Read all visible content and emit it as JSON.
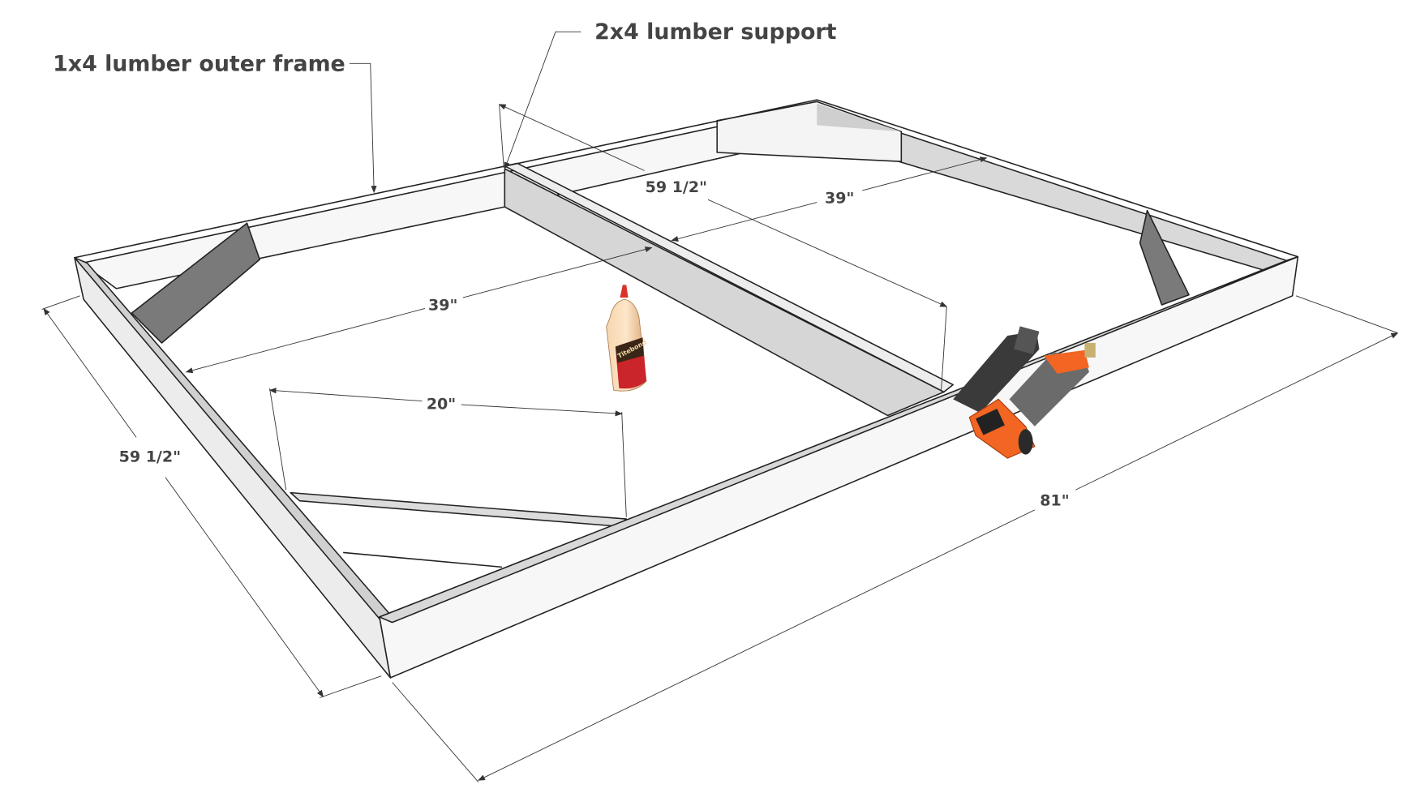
{
  "annotations": {
    "outer_frame": "1x4 lumber outer frame",
    "support": "2x4 lumber support"
  },
  "dimensions": {
    "support_length": "59 1/2\"",
    "right_half_width": "39\"",
    "left_half_width": "39\"",
    "brace_spacing": "20\"",
    "frame_depth": "59 1/2\"",
    "frame_length": "81\""
  },
  "glue_bottle": {
    "brand": "Titebond"
  },
  "colors": {
    "wood_face": "#f7f7f7",
    "wood_shade": "#d6d6d6",
    "brace_dark": "#7a7a7a",
    "nailer_orange": "#f26522"
  }
}
